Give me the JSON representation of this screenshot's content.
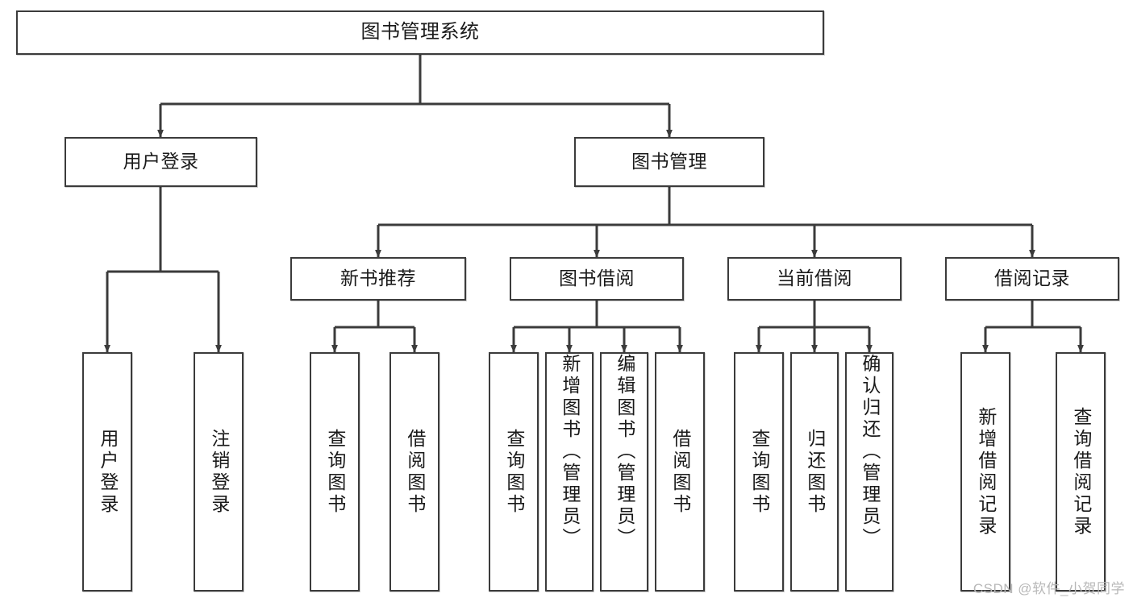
{
  "diagram": {
    "title": "图书管理系统",
    "type": "tree",
    "watermark": "CSDN @软件_小贺同学",
    "colors": {
      "box_border": "#3b3b3b",
      "box_fill": "#ffffff",
      "connector": "#3b3b3b",
      "text": "#1a1a1a",
      "watermark": "#b8b8b8",
      "background": "#ffffff"
    },
    "levels": {
      "root": {
        "label": "图书管理系统"
      },
      "level1": [
        {
          "id": "user-login",
          "label": "用户登录"
        },
        {
          "id": "book-manage",
          "label": "图书管理"
        }
      ],
      "level2": [
        {
          "id": "new-book-rec",
          "label": "新书推荐",
          "parent": "book-manage"
        },
        {
          "id": "book-borrow",
          "label": "图书借阅",
          "parent": "book-manage"
        },
        {
          "id": "current-borrow",
          "label": "当前借阅",
          "parent": "book-manage"
        },
        {
          "id": "borrow-record",
          "label": "借阅记录",
          "parent": "book-manage"
        }
      ],
      "leaves": [
        {
          "id": "leaf-user-login",
          "label": "用户登录",
          "parent": "user-login"
        },
        {
          "id": "leaf-user-logout",
          "label": "注销登录",
          "parent": "user-login"
        },
        {
          "id": "leaf-query-book-1",
          "label": "查询图书",
          "parent": "new-book-rec"
        },
        {
          "id": "leaf-borrow-book-1",
          "label": "借阅图书",
          "parent": "new-book-rec"
        },
        {
          "id": "leaf-query-book-2",
          "label": "查询图书",
          "parent": "book-borrow"
        },
        {
          "id": "leaf-add-book",
          "label": "新增图书（管理员）",
          "parent": "book-borrow"
        },
        {
          "id": "leaf-edit-book",
          "label": "编辑图书（管理员）",
          "parent": "book-borrow"
        },
        {
          "id": "leaf-borrow-book-2",
          "label": "借阅图书",
          "parent": "book-borrow"
        },
        {
          "id": "leaf-query-book-3",
          "label": "查询图书",
          "parent": "current-borrow"
        },
        {
          "id": "leaf-return-book",
          "label": "归还图书",
          "parent": "current-borrow"
        },
        {
          "id": "leaf-confirm-return",
          "label": "确认归还（管理员）",
          "parent": "current-borrow"
        },
        {
          "id": "leaf-add-record",
          "label": "新增借阅记录",
          "parent": "borrow-record"
        },
        {
          "id": "leaf-query-record",
          "label": "查询借阅记录",
          "parent": "borrow-record"
        }
      ]
    }
  }
}
